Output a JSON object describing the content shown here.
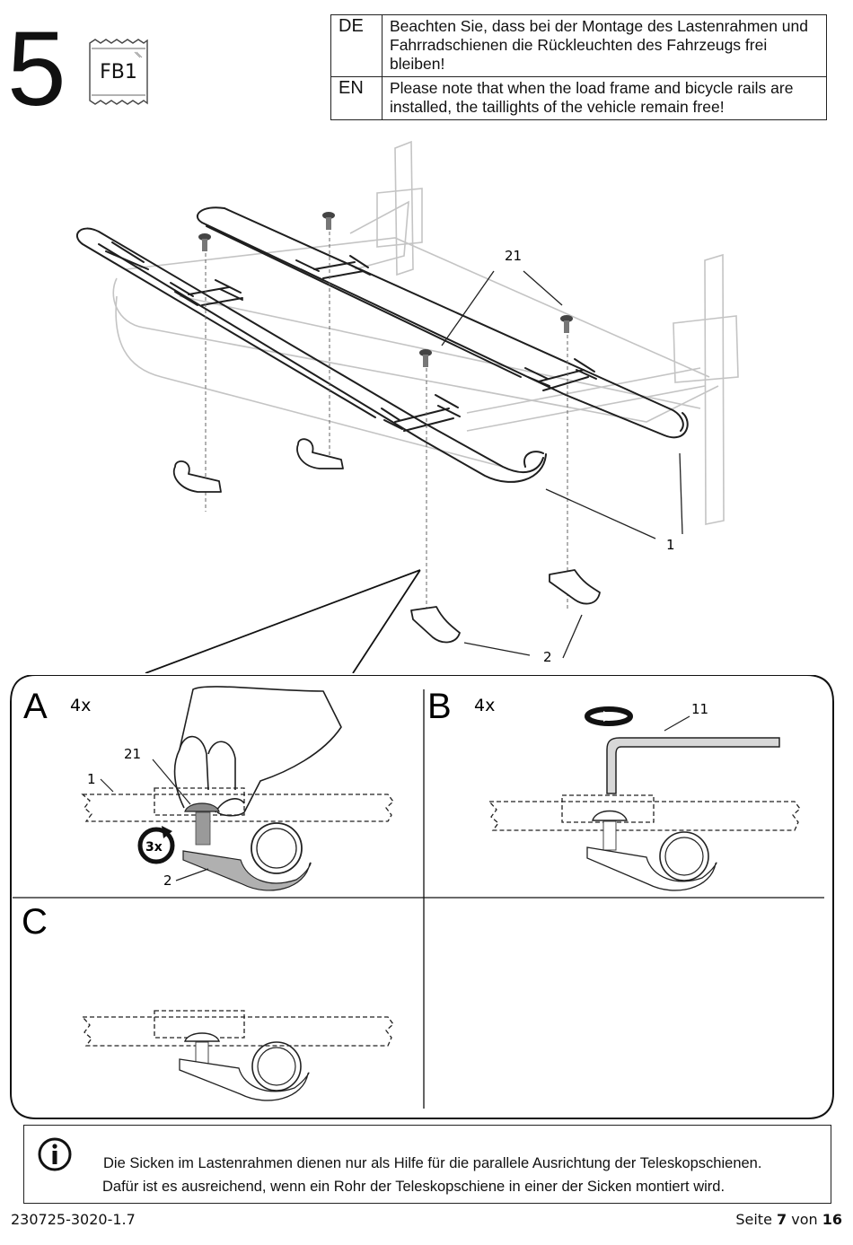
{
  "header": {
    "step_number": "5",
    "badge_label": "FB1"
  },
  "notes": [
    {
      "lang": "DE",
      "text": "Beachten Sie, dass bei der Montage des Lastenrahmen und Fahrradschienen die Rückleuchten des Fahrzeugs frei bleiben!"
    },
    {
      "lang": "EN",
      "text": "Please note that when the load frame and bicycle rails are installed, the taillights of the vehicle remain free!"
    }
  ],
  "main_callouts": {
    "bolt": "21",
    "rail": "1",
    "clamp": "2"
  },
  "panels": {
    "a": {
      "letter": "A",
      "count": "4x",
      "callout_bolt": "21",
      "callout_rail": "1",
      "callout_clamp": "2",
      "turns": "3x"
    },
    "b": {
      "letter": "B",
      "count": "4x",
      "callout_key": "11"
    },
    "c": {
      "letter": "C"
    }
  },
  "info": {
    "line1": "Die Sicken im Lastenrahmen dienen nur als Hilfe für die parallele Ausrichtung der Teleskopschienen.",
    "line2": "Dafür ist es ausreichend, wenn ein Rohr der Teleskopschiene in einer der Sicken montiert wird."
  },
  "footer": {
    "doc_code": "230725-3020-1.7",
    "page_prefix": "Seite",
    "page_current": "7",
    "page_mid": "von",
    "page_total": "16"
  },
  "colors": {
    "line": "#222222",
    "faint": "#bbbbbb",
    "fill_gray": "#aaaaaa"
  }
}
